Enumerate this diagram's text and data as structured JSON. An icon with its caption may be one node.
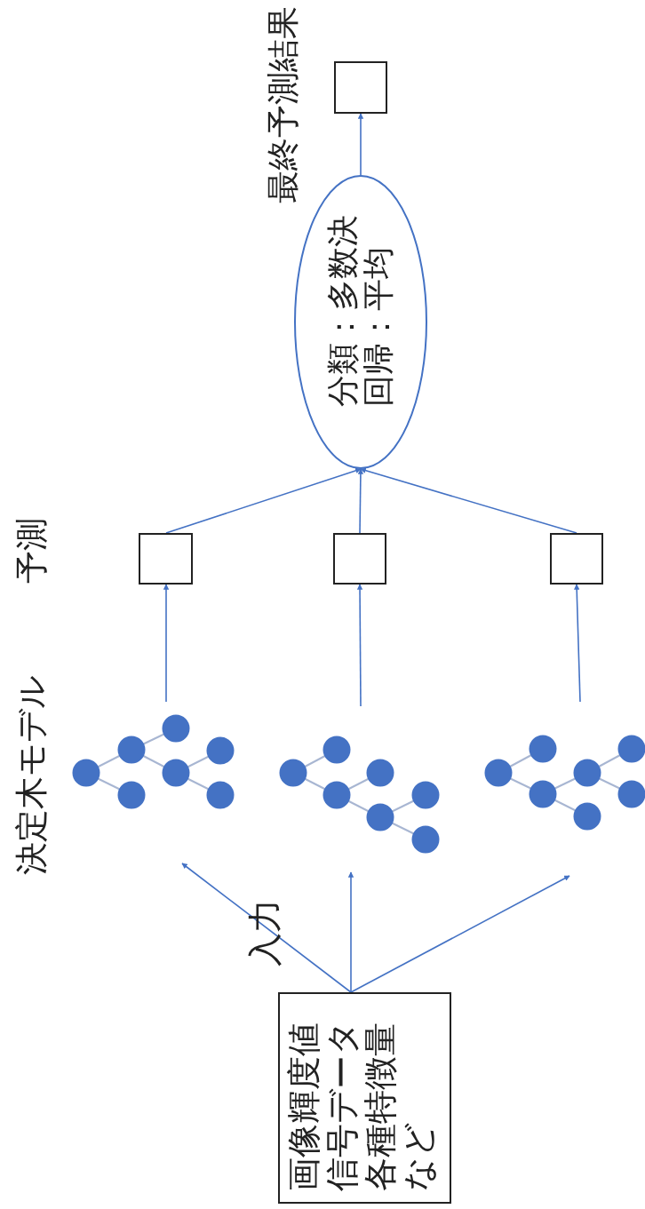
{
  "diagram": {
    "nodes": [
      {
        "text": [
          "入力",
          "画像輝度値",
          "信号データ",
          "各種特徴量",
          "など"
        ]
      },
      {
        "text": [],
        "shape": "tree"
      },
      {
        "text": [],
        "shape": "tree"
      },
      {
        "text": [],
        "shape": "tree"
      },
      {
        "text": [],
        "shape": "box"
      },
      {
        "text": [],
        "shape": "box"
      },
      {
        "text": [],
        "shape": "box"
      },
      {
        "text": [
          "分類：多数決",
          "回帰：平均"
        ]
      },
      {
        "text": [],
        "shape": "box"
      }
    ],
    "edges": [
      {
        "from": 0,
        "to": 1,
        "arrow": "to"
      },
      {
        "from": 0,
        "to": 2,
        "arrow": "to"
      },
      {
        "from": 0,
        "to": 3,
        "arrow": "to"
      },
      {
        "from": 1,
        "to": 4,
        "arrow": "to"
      },
      {
        "from": 2,
        "to": 5,
        "arrow": "to"
      },
      {
        "from": 3,
        "to": 6,
        "arrow": "to"
      },
      {
        "from": 4,
        "to": 7,
        "arrow": "to"
      },
      {
        "from": 5,
        "to": 7,
        "arrow": "to"
      },
      {
        "from": 6,
        "to": 7,
        "arrow": "to"
      },
      {
        "from": 7,
        "to": 8,
        "arrow": "to"
      }
    ],
    "labels": [
      "決定木モデル",
      "予測",
      "最終予測結果"
    ]
  }
}
